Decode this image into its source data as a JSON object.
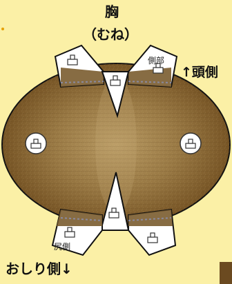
{
  "labels": {
    "chest_main": "胸",
    "chest_reading": "（むね）",
    "head_side": "↑頭側",
    "tail_side": "おしり側↓",
    "side_top_right": "側部",
    "side_bottom_left": "尻側"
  },
  "colors": {
    "background": "#fbf0a6",
    "pelt_dark": "#6b4a20",
    "pelt_mid": "#8c6a36",
    "pelt_light": "#b89a63",
    "panel_white": "#ffffff",
    "outline": "#111111",
    "dotted": "#8a8aa0",
    "marker": "#ffffff"
  },
  "icons": {
    "cut_icon": "cut-mark-icon",
    "circle_marker": "circle-cut-icon"
  }
}
